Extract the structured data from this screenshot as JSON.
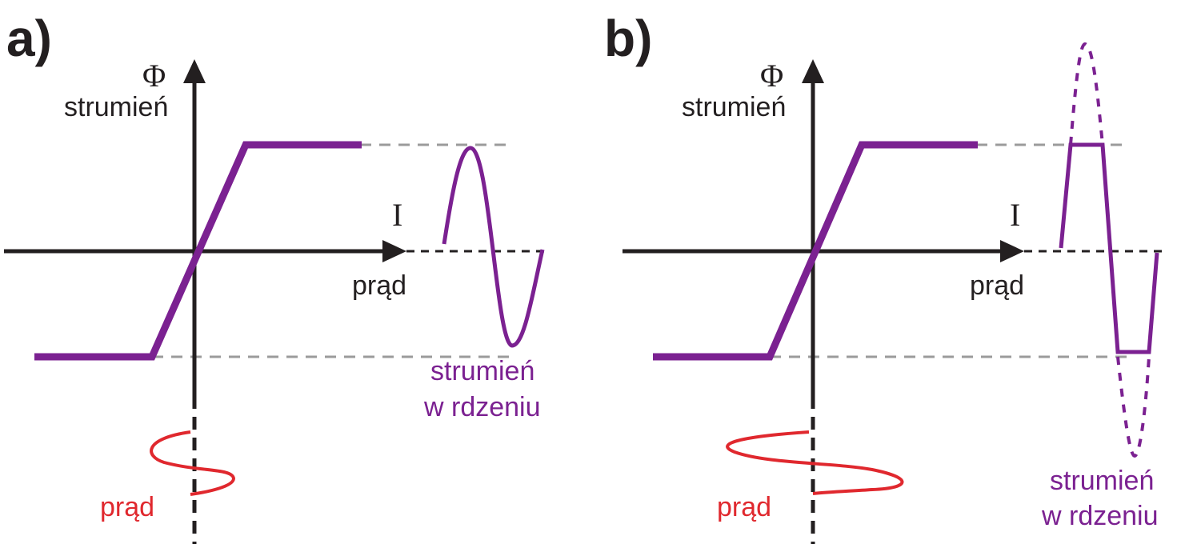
{
  "colors": {
    "axis": "#231f20",
    "curve": "#7b2191",
    "current": "#e0282e",
    "guide": "#9b9b9b"
  },
  "panels": [
    {
      "label": "a)",
      "flux_symbol": "Φ",
      "flux_word": "strumień",
      "current_symbol": "I",
      "current_word": "prąd",
      "core_flux_label_line1": "strumień",
      "core_flux_label_line2": "w rdzeniu",
      "input_current_label": "prąd",
      "saturated": false
    },
    {
      "label": "b)",
      "flux_symbol": "Φ",
      "flux_word": "strumień",
      "current_symbol": "I",
      "current_word": "prąd",
      "core_flux_label_line1": "strumień",
      "core_flux_label_line2": "w rdzeniu",
      "input_current_label": "prąd",
      "saturated": true
    }
  ]
}
